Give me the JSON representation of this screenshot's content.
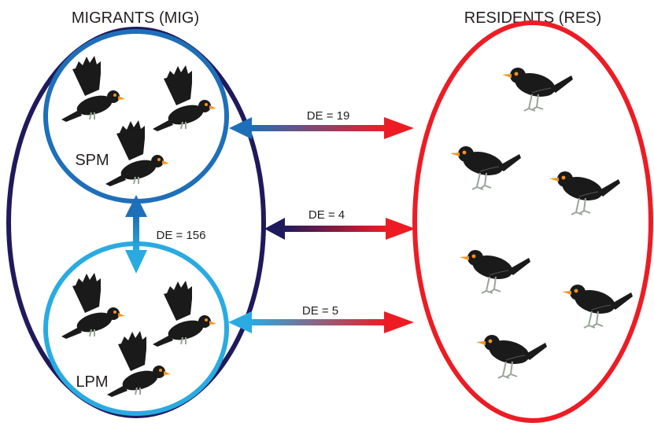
{
  "titles": {
    "migrants": "MIGRANTS (MIG)",
    "residents": "RESIDENTS (RES)"
  },
  "groups": {
    "spm": "SPM",
    "lpm": "LPM"
  },
  "arrows": {
    "spm_res": "DE = 19",
    "mig_res": "DE = 4",
    "lpm_res": "DE = 5",
    "spm_lpm": "DE = 156"
  },
  "colors": {
    "migrants_outline": "#1f1a5c",
    "spm_outline": "#1e6fb9",
    "lpm_outline": "#29abe2",
    "residents_outline": "#ed1c24",
    "bird_body": "#1a1a1a",
    "bird_beak": "#f7941d"
  },
  "icons": {
    "flying_bird": "flying-blackbird-icon",
    "standing_bird": "standing-blackbird-icon"
  }
}
